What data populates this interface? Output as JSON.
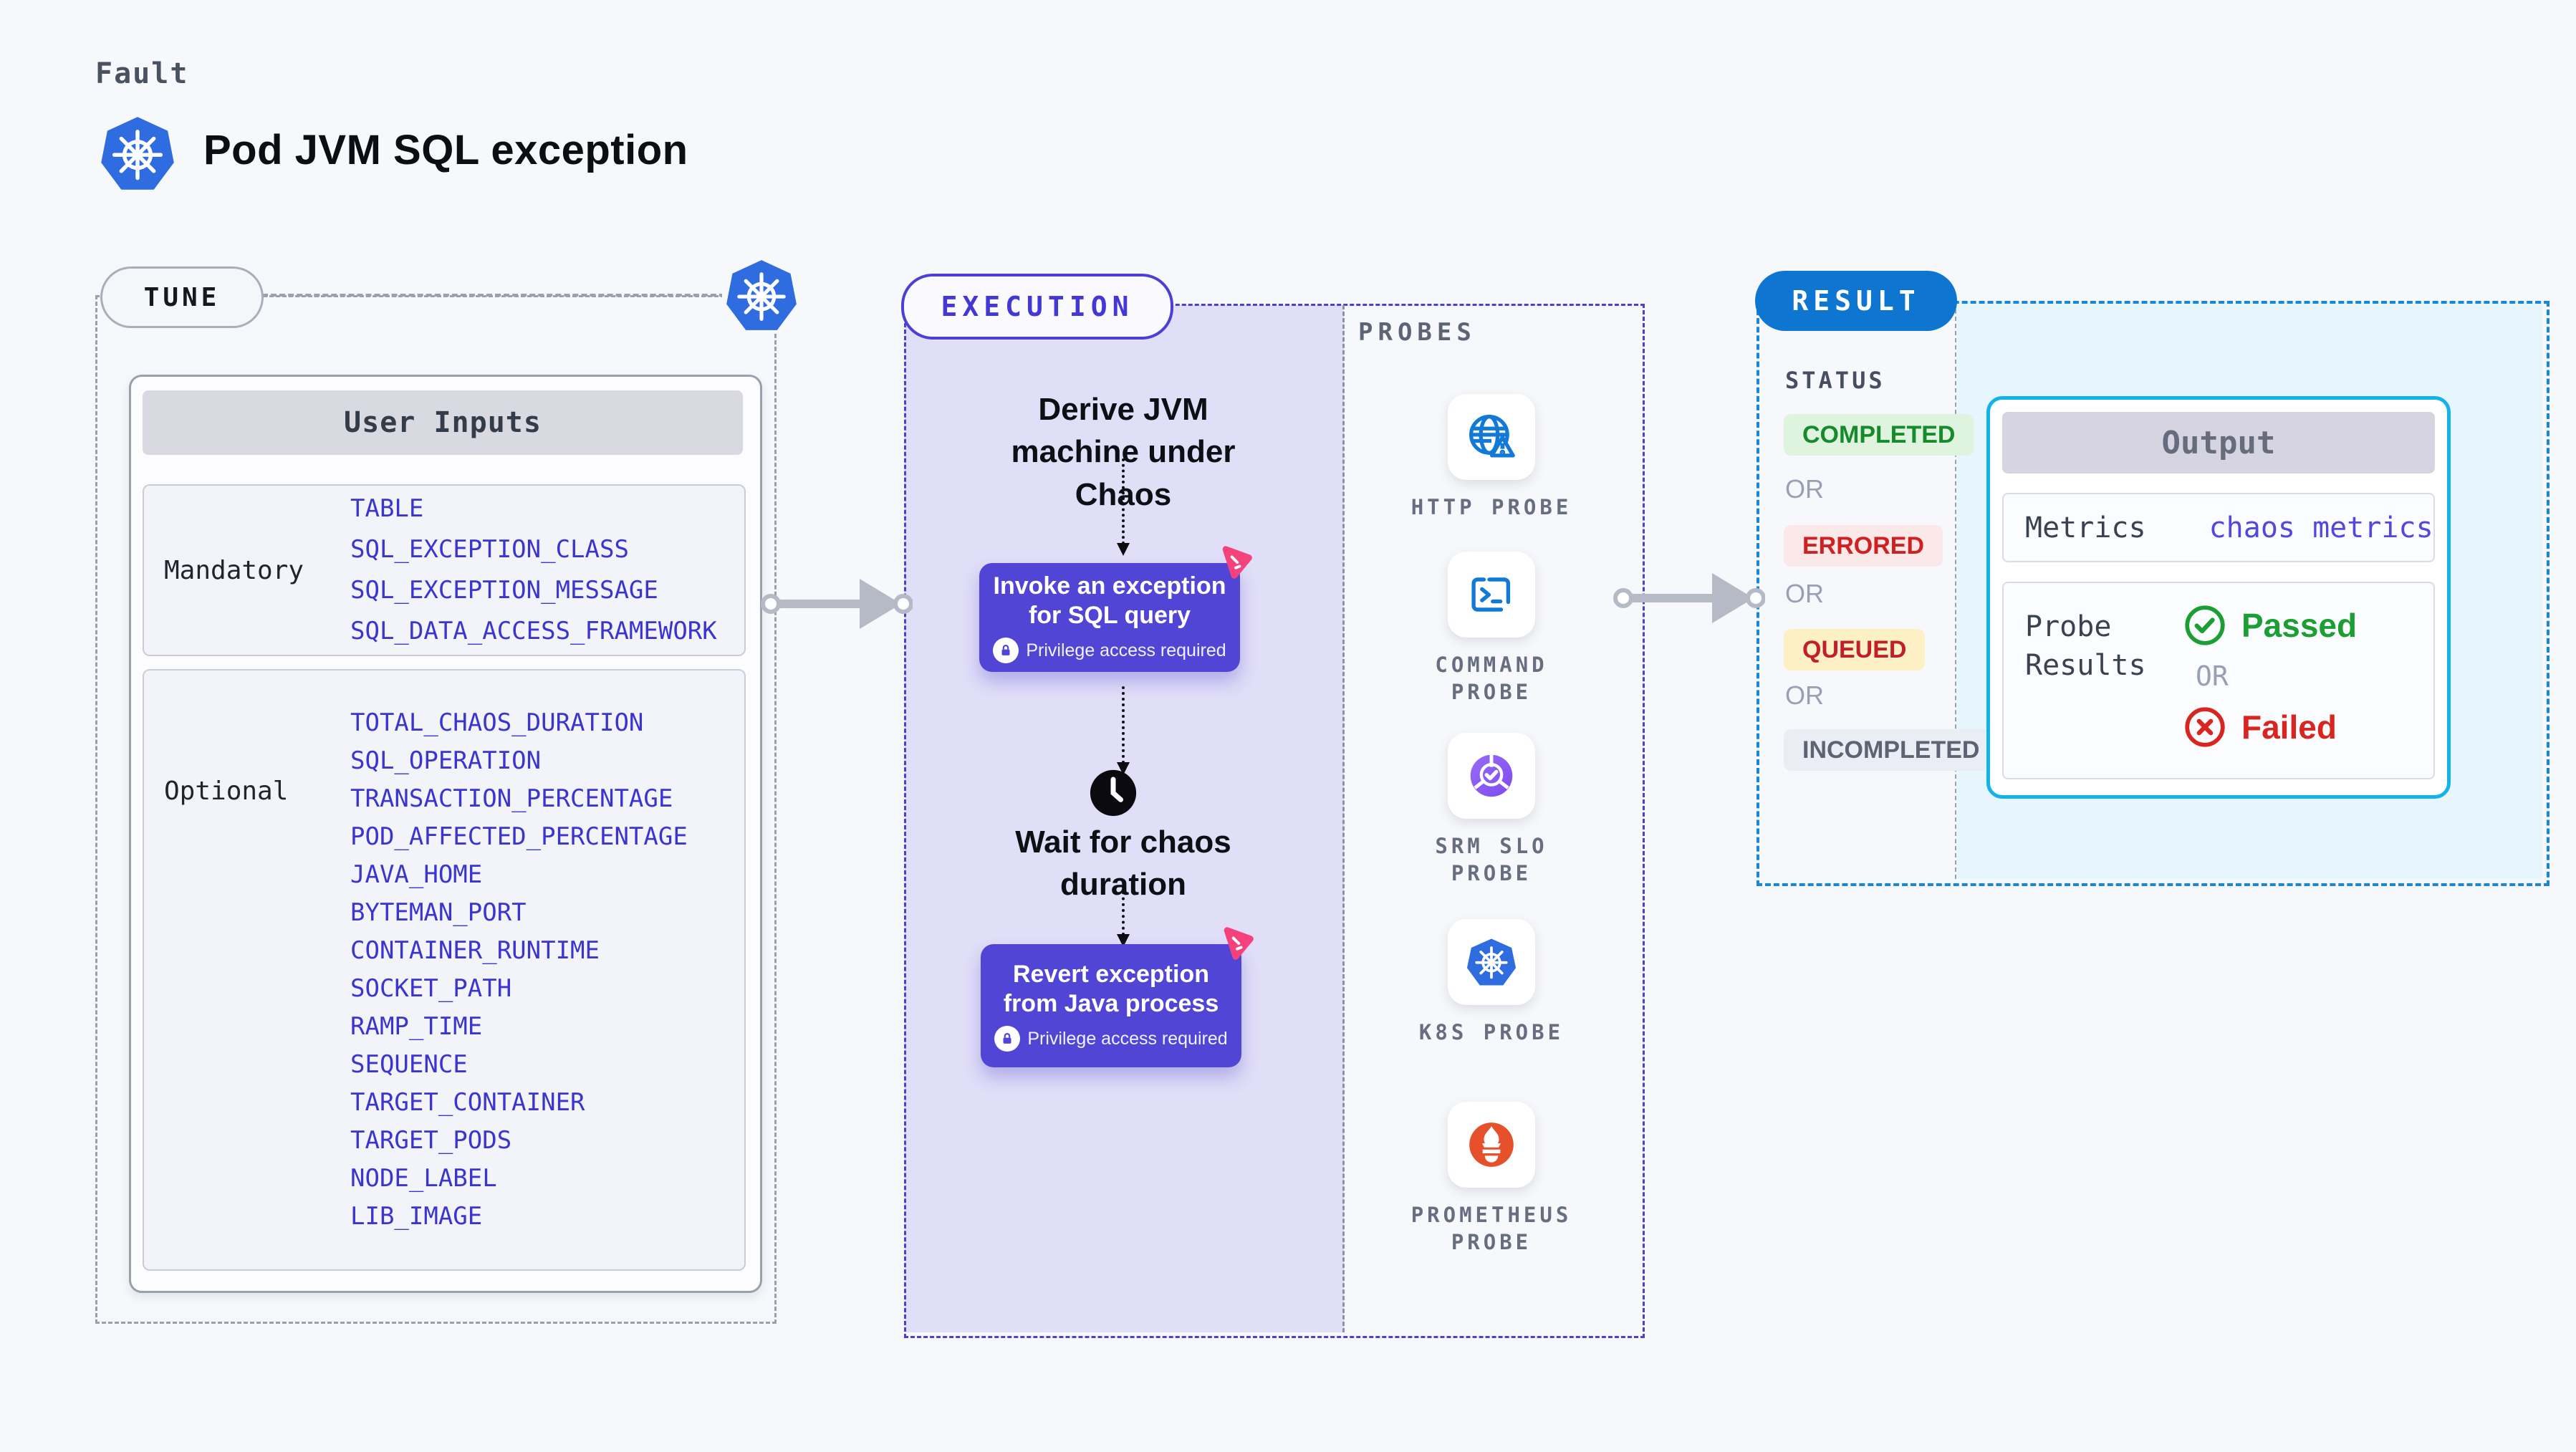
{
  "page": {
    "fault_label": "Fault",
    "title": "Pod JVM SQL exception"
  },
  "tune": {
    "pill": "TUNE",
    "table_header": "User Inputs",
    "mandatory_label": "Mandatory",
    "mandatory_items": [
      "TABLE",
      "SQL_EXCEPTION_CLASS",
      "SQL_EXCEPTION_MESSAGE",
      "SQL_DATA_ACCESS_FRAMEWORK"
    ],
    "optional_label": "Optional",
    "optional_items": [
      "TOTAL_CHAOS_DURATION",
      "SQL_OPERATION",
      "TRANSACTION_PERCENTAGE",
      "POD_AFFECTED_PERCENTAGE",
      "JAVA_HOME",
      "BYTEMAN_PORT",
      "CONTAINER_RUNTIME",
      "SOCKET_PATH",
      "RAMP_TIME",
      "SEQUENCE",
      "TARGET_CONTAINER",
      "TARGET_PODS",
      "NODE_LABEL",
      "LIB_IMAGE"
    ]
  },
  "execution": {
    "pill": "EXECUTION",
    "step_derive": "Derive JVM machine under Chaos",
    "step_invoke": "Invoke an exception for SQL query",
    "step_wait": "Wait for chaos duration",
    "step_revert": "Revert exception from Java process",
    "privilege_note": "Privilege access required"
  },
  "probes": {
    "label": "PROBES",
    "items": [
      {
        "name": "http-probe",
        "label": "HTTP PROBE"
      },
      {
        "name": "command-probe",
        "label": "COMMAND PROBE"
      },
      {
        "name": "srm-slo-probe",
        "label": "SRM SLO PROBE"
      },
      {
        "name": "k8s-probe",
        "label": "K8S PROBE"
      },
      {
        "name": "prometheus-probe",
        "label": "PROMETHEUS PROBE"
      }
    ]
  },
  "result": {
    "pill": "RESULT",
    "status_heading": "STATUS",
    "or_label": "OR",
    "statuses": [
      "COMPLETED",
      "ERRORED",
      "QUEUED",
      "INCOMPLETED"
    ],
    "output": {
      "header": "Output",
      "metrics_label": "Metrics",
      "metrics_value": "chaos metrics",
      "probe_results_label": "Probe Results",
      "passed_label": "Passed",
      "failed_label": "Failed"
    }
  },
  "colors": {
    "accent_purple": "#5145d6",
    "lavender_bg": "#e1def8",
    "indigo_text": "#3b35cf",
    "litmus_pink": "#f3427c",
    "kubernetes_blue": "#2f6ce0",
    "probe_icon_blue": "#127ad6",
    "result_blue": "#0e76d0",
    "result_dash_blue": "#1787dd",
    "output_border_cyan": "#14b2ea",
    "completed_green": "#178a2c",
    "errored_red": "#cf2121",
    "queued_amber_bg": "#fdf0c5",
    "passed_green": "#1d9e33",
    "failed_red": "#d9251f",
    "prometheus_orange": "#e6512c"
  }
}
